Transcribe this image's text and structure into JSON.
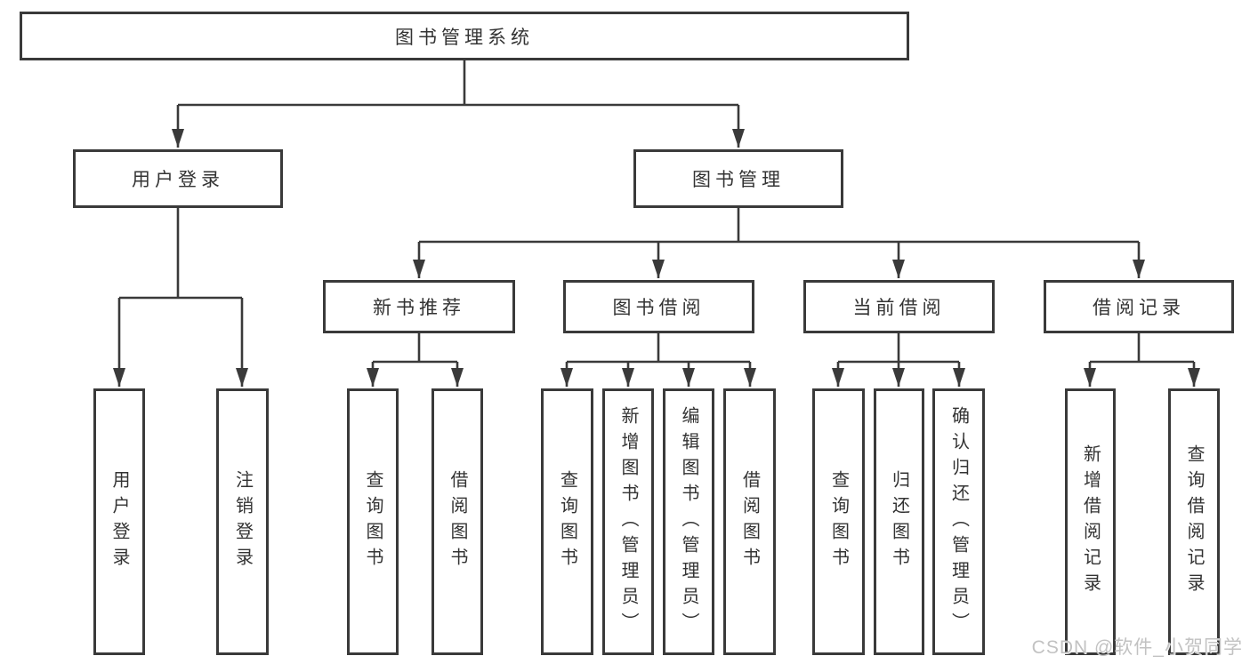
{
  "diagram": {
    "root": {
      "label": "图书管理系统"
    },
    "user_login": {
      "label": "用户登录",
      "children": [
        "用户登录",
        "注销登录"
      ]
    },
    "book_mgmt": {
      "label": "图书管理"
    },
    "new_book": {
      "label": "新书推荐",
      "children": [
        "查询图书",
        "借阅图书"
      ]
    },
    "book_borrow": {
      "label": "图书借阅",
      "children": [
        "查询图书",
        "新增图书（管理员）",
        "编辑图书（管理员）",
        "借阅图书"
      ]
    },
    "current_borrow": {
      "label": "当前借阅",
      "children": [
        "查询图书",
        "归还图书",
        "确认归还（管理员）"
      ]
    },
    "borrow_record": {
      "label": "借阅记录",
      "children": [
        "新增借阅记录",
        "查询借阅记录"
      ]
    }
  },
  "watermark": "CSDN @软件_小贺同学",
  "colors": {
    "line": "#3a3a3a",
    "text": "#333333",
    "background": "#ffffff",
    "watermark": "#c2c2c2"
  }
}
